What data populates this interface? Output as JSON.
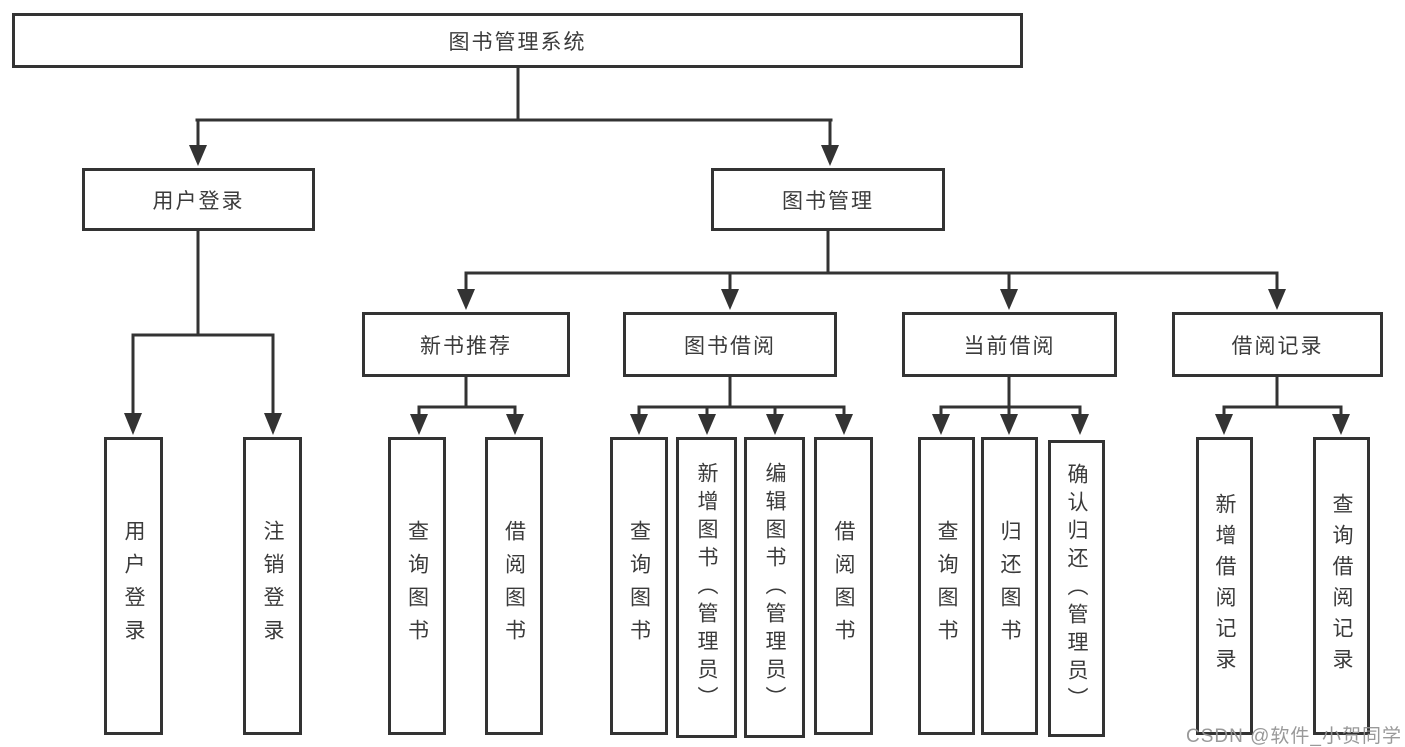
{
  "diagram": {
    "type": "tree-diagram",
    "root": {
      "label": "图书管理系统"
    },
    "level2": [
      {
        "label": "用户登录",
        "children": [
          "用户登录",
          "注销登录"
        ]
      },
      {
        "label": "图书管理",
        "children": [
          {
            "label": "新书推荐",
            "children": [
              "查询图书",
              "借阅图书"
            ]
          },
          {
            "label": "图书借阅",
            "children": [
              "查询图书",
              "新增图书（管理员）",
              "编辑图书（管理员）",
              "借阅图书"
            ]
          },
          {
            "label": "当前借阅",
            "children": [
              "查询图书",
              "归还图书",
              "确认归还（管理员）"
            ]
          },
          {
            "label": "借阅记录",
            "children": [
              "新增借阅记录",
              "查询借阅记录"
            ]
          }
        ]
      }
    ],
    "watermark": "CSDN @软件_小贺同学",
    "colors": {
      "line": "#333333",
      "border": "#333333",
      "text": "#3b3b3b",
      "watermark": "#949494",
      "background": "#ffffff"
    }
  }
}
